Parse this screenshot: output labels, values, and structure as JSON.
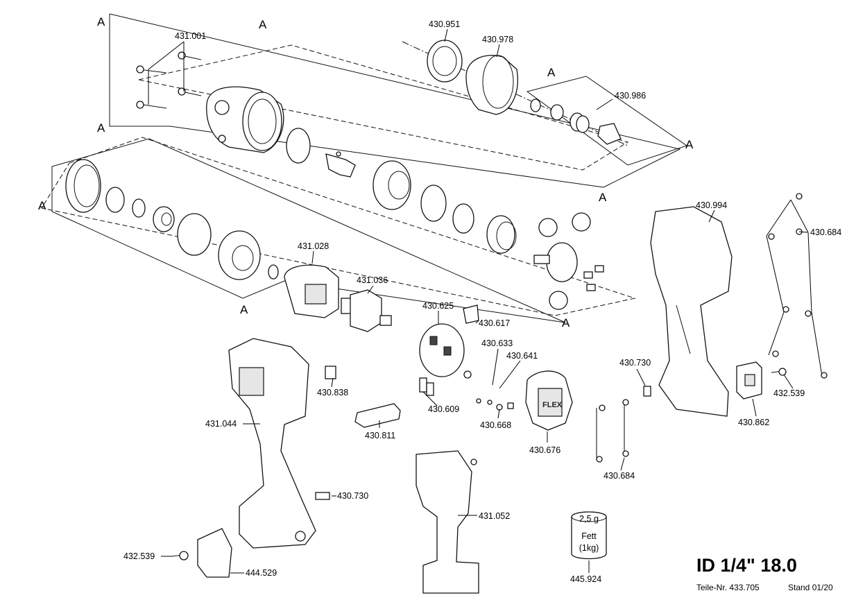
{
  "section_marker": "A",
  "parts": {
    "p431_001": "431.001",
    "p430_951": "430.951",
    "p430_978": "430.978",
    "p430_986": "430.986",
    "p430_994": "430.994",
    "p430_684_top": "430.684",
    "p431_028": "431.028",
    "p431_036": "431.036",
    "p430_625": "430.625",
    "p430_617": "430.617",
    "p430_633": "430.633",
    "p430_641": "430.641",
    "p430_838": "430.838",
    "p431_044": "431.044",
    "p430_609": "430.609",
    "p430_668": "430.668",
    "p430_811": "430.811",
    "p430_676": "430.676",
    "p430_730_right": "430.730",
    "p430_862": "430.862",
    "p432_539_right": "432.539",
    "p430_684_bottom": "430.684",
    "p430_730_left": "430.730",
    "p431_052": "431.052",
    "p432_539_left": "432.539",
    "p444_529": "444.529",
    "p445_924": "445.924"
  },
  "grease": {
    "amount": "2,5 g",
    "type": "Fett",
    "package": "(1kg)"
  },
  "brand_logo": "FLEX",
  "title_block": {
    "model": "ID 1/4\" 18.0",
    "part_number": "Teile-Nr. 433.705",
    "revision": "Stand 01/20"
  }
}
